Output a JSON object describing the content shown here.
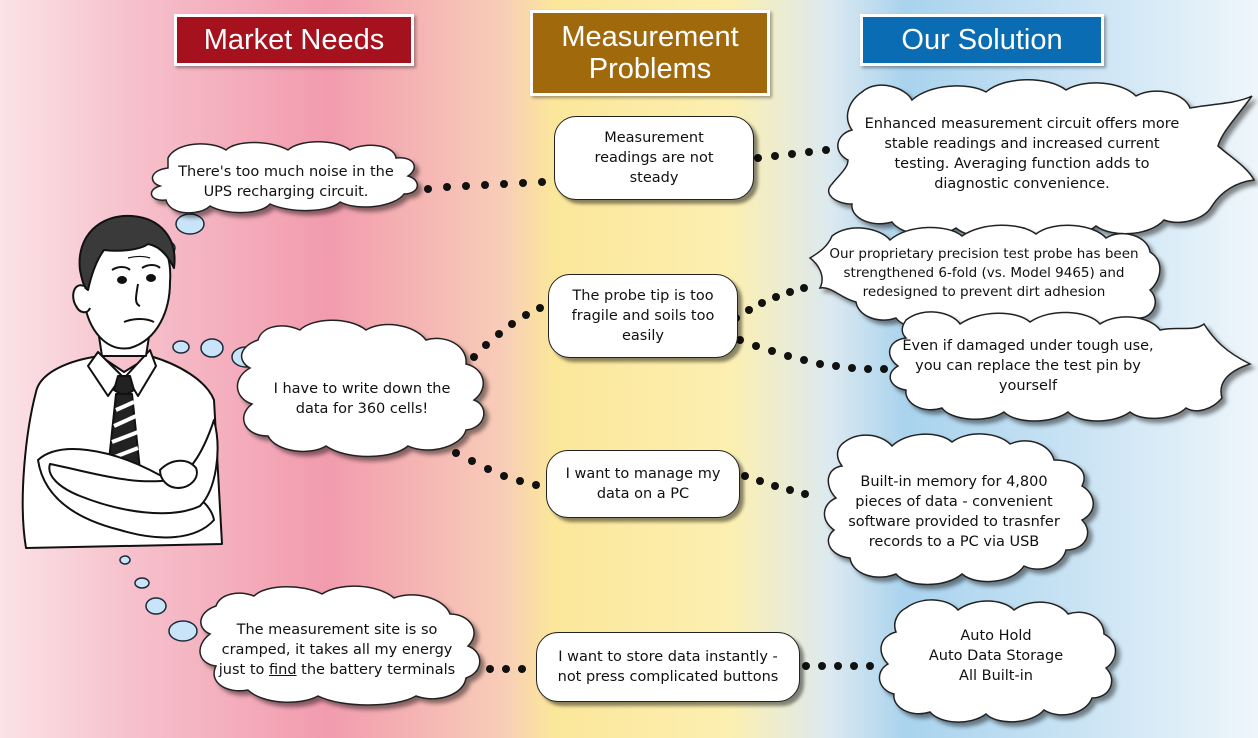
{
  "headers": {
    "market_needs": "Market Needs",
    "measurement_problems": "Measurement Problems",
    "our_solution": "Our Solution"
  },
  "colors": {
    "market_header": "#A5121E",
    "problems_header": "#A06A0C",
    "solution_header": "#0A6DB3",
    "market_band": "#F29BAE",
    "problems_band": "#FBE79A",
    "solution_band": "#A9D3EE"
  },
  "needs": {
    "noise": "There's too much noise in the UPS recharging circuit.",
    "write_data": "I have to write down the data for 360 cells!",
    "site_pre": "The measurement site is so cramped, it takes all my energy just to",
    "site_find": "find",
    "site_post": "the battery terminals"
  },
  "problems": {
    "readings": "Measurement readings are not steady",
    "probe": "The probe tip is too fragile and soils too easily",
    "manage": "I want to manage my data on a PC",
    "store": "I want to store data instantly - not press complicated buttons"
  },
  "solutions": {
    "circuit": "Enhanced measurement circuit offers more stable readings and increased current testing.  Averaging function adds to diagnostic convenience.",
    "probe_strength": "Our proprietary precision test probe has been strengthened 6-fold (vs. Model 9465) and redesigned to prevent dirt adhesion",
    "replace_pin": "Even if damaged under tough use, you can replace the test pin by yourself",
    "memory": "Built-in memory for 4,800 pieces of data - convenient software provided to trasnfer records to a PC via USB",
    "auto": "Auto Hold\nAuto Data Storage\nAll Built-in"
  }
}
